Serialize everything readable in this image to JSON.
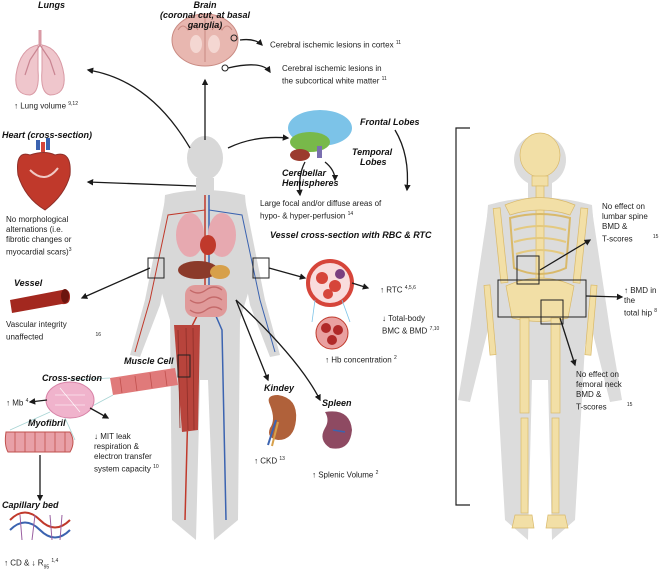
{
  "lungs": {
    "title": "Lungs",
    "label": "↑ Lung volume",
    "ref": "9,12"
  },
  "brain": {
    "title_line1": "Brain",
    "title_line2": "(coronal cut, at basal ganglia)",
    "lesion_cortex": "Cerebral ischemic lesions in cortex",
    "lesion_cortex_ref": "11",
    "lesion_white_line1": "Cerebral ischemic lesions in",
    "lesion_white_line2": "the subcortical white matter",
    "lesion_white_ref": "11"
  },
  "lobes": {
    "frontal_title": "Frontal Lobes",
    "temporal_title_line1": "Temporal",
    "temporal_title_line2": "Lobes",
    "cerebellar_title_line1": "Cerebellar",
    "cerebellar_title_line2": "Hemispheres",
    "perfusion_line1": "Large focal and/or diffuse areas of",
    "perfusion_line2": "hypo-  &  hyper-perfusion",
    "perfusion_ref": "14"
  },
  "heart": {
    "title": "Heart (cross-section)",
    "line1": "No morphological",
    "line2": "alternations (i.e.",
    "line3": "fibrotic changes or",
    "line4": "myocardial scars)",
    "ref": "3"
  },
  "vessel": {
    "title": "Vessel",
    "line1": "Vascular integrity",
    "line2": "unaffected",
    "ref": "16"
  },
  "rbc": {
    "title": "Vessel cross-section with RBC & RTC",
    "rtc": "↑ RTC",
    "rtc_ref": "4,5,6",
    "bmc_line1": "↓ Total-body",
    "bmc_line2": "BMC & BMD",
    "bmc_ref": "7,10",
    "hb": "↑ Hb concentration",
    "hb_ref": "2"
  },
  "muscle": {
    "cell_title": "Muscle Cell",
    "cross_title": "Cross-section",
    "mb": "↑ Mb",
    "mb_ref": "4",
    "myofibril_title": "Myofibril",
    "mit_line1": "↓   MIT   leak",
    "mit_line2": "respiration &",
    "mit_line3": "electron transfer",
    "mit_line4": "system capacity",
    "mit_ref": "10",
    "capillary_title": "Capillary bed",
    "cd_text": "↑ CD & ↓ R",
    "cd_sub": "95",
    "cd_ref": "1,4"
  },
  "kidney": {
    "title": "Kindey",
    "label": "↑ CKD",
    "ref": "13"
  },
  "spleen": {
    "title": "Spleen",
    "label": "↑ Splenic Volume",
    "ref": "2"
  },
  "skeleton": {
    "lumbar_line1": "No effect on",
    "lumbar_line2": "lumbar spine",
    "lumbar_line3": "BMD &",
    "lumbar_line4": "T-scores",
    "lumbar_ref": "15",
    "hip_line1": "↑ BMD in the",
    "hip_line2": "total hip",
    "hip_ref": "8",
    "neck_line1": "No effect on",
    "neck_line2": "femoral neck",
    "neck_line3": "BMD &",
    "neck_line4": "T-scores",
    "neck_ref": "15"
  },
  "colors": {
    "arrow": "#1a1a1a",
    "body_grey": "#d6d6d6",
    "bone": "#f2dfa6",
    "muscle_red": "#b8443c",
    "brain_pink": "#e8b7b0",
    "lung_pink": "#efc6cc",
    "vessel_red": "#c0392b",
    "vein_blue": "#3b63b0"
  }
}
